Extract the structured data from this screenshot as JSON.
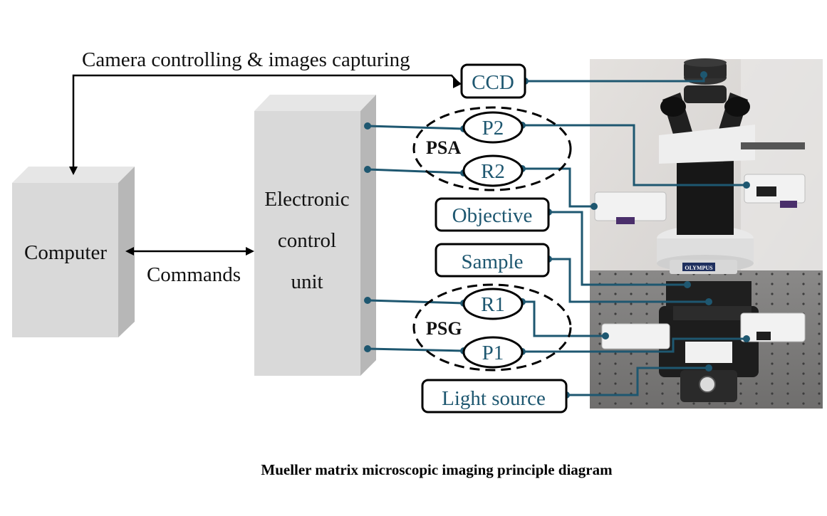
{
  "caption": "Mueller matrix microscopic imaging principle diagram",
  "computer": {
    "label": "Computer"
  },
  "control_unit": {
    "label_lines": [
      "Electronic",
      "control",
      "unit"
    ]
  },
  "links": {
    "camera": "Camera controlling & images capturing",
    "commands": "Commands"
  },
  "groups": {
    "psa": "PSA",
    "psg": "PSG"
  },
  "components": {
    "ccd": "CCD",
    "p2": "P2",
    "r2": "R2",
    "objective": "Objective",
    "sample": "Sample",
    "r1": "R1",
    "p1": "P1",
    "light_source": "Light source"
  },
  "microscope_photo": {
    "brand_text": "OLYMPUS"
  },
  "colors": {
    "accent": "#1e5770",
    "box_face": "#d9d9d9",
    "box_side": "#b7b7b7",
    "box_top": "#e6e6e6",
    "text": "#111111"
  }
}
